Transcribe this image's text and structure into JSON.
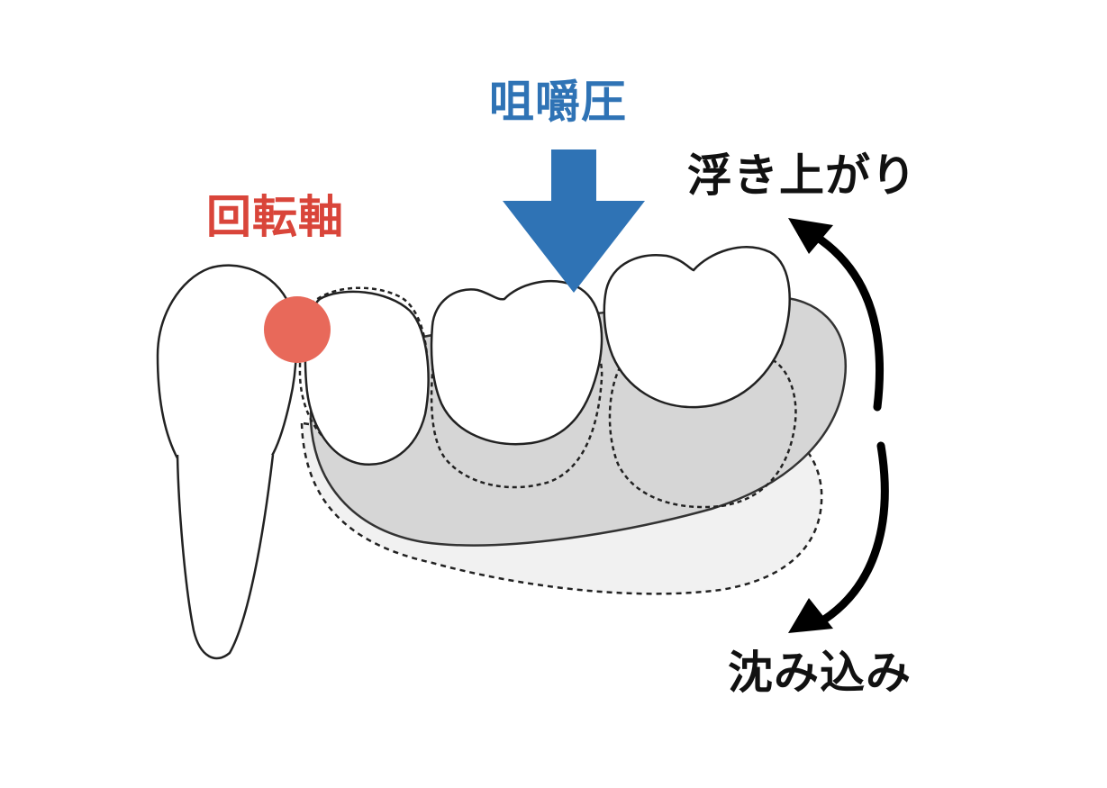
{
  "labels": {
    "rotation_axis": "回転軸",
    "bite_pressure": "咀嚼圧",
    "lift_up": "浮き上がり",
    "sink_down": "沈み込み"
  },
  "colors": {
    "rotation_axis_text": "#d9453a",
    "rotation_axis_dot": "#e8695a",
    "bite_pressure_text": "#2f73b5",
    "bite_arrow": "#2f73b5",
    "motion_text": "#111111",
    "denture_base_fill": "#d6d6d6",
    "sunken_base_fill": "#f1f1f1",
    "outline": "#222222"
  }
}
